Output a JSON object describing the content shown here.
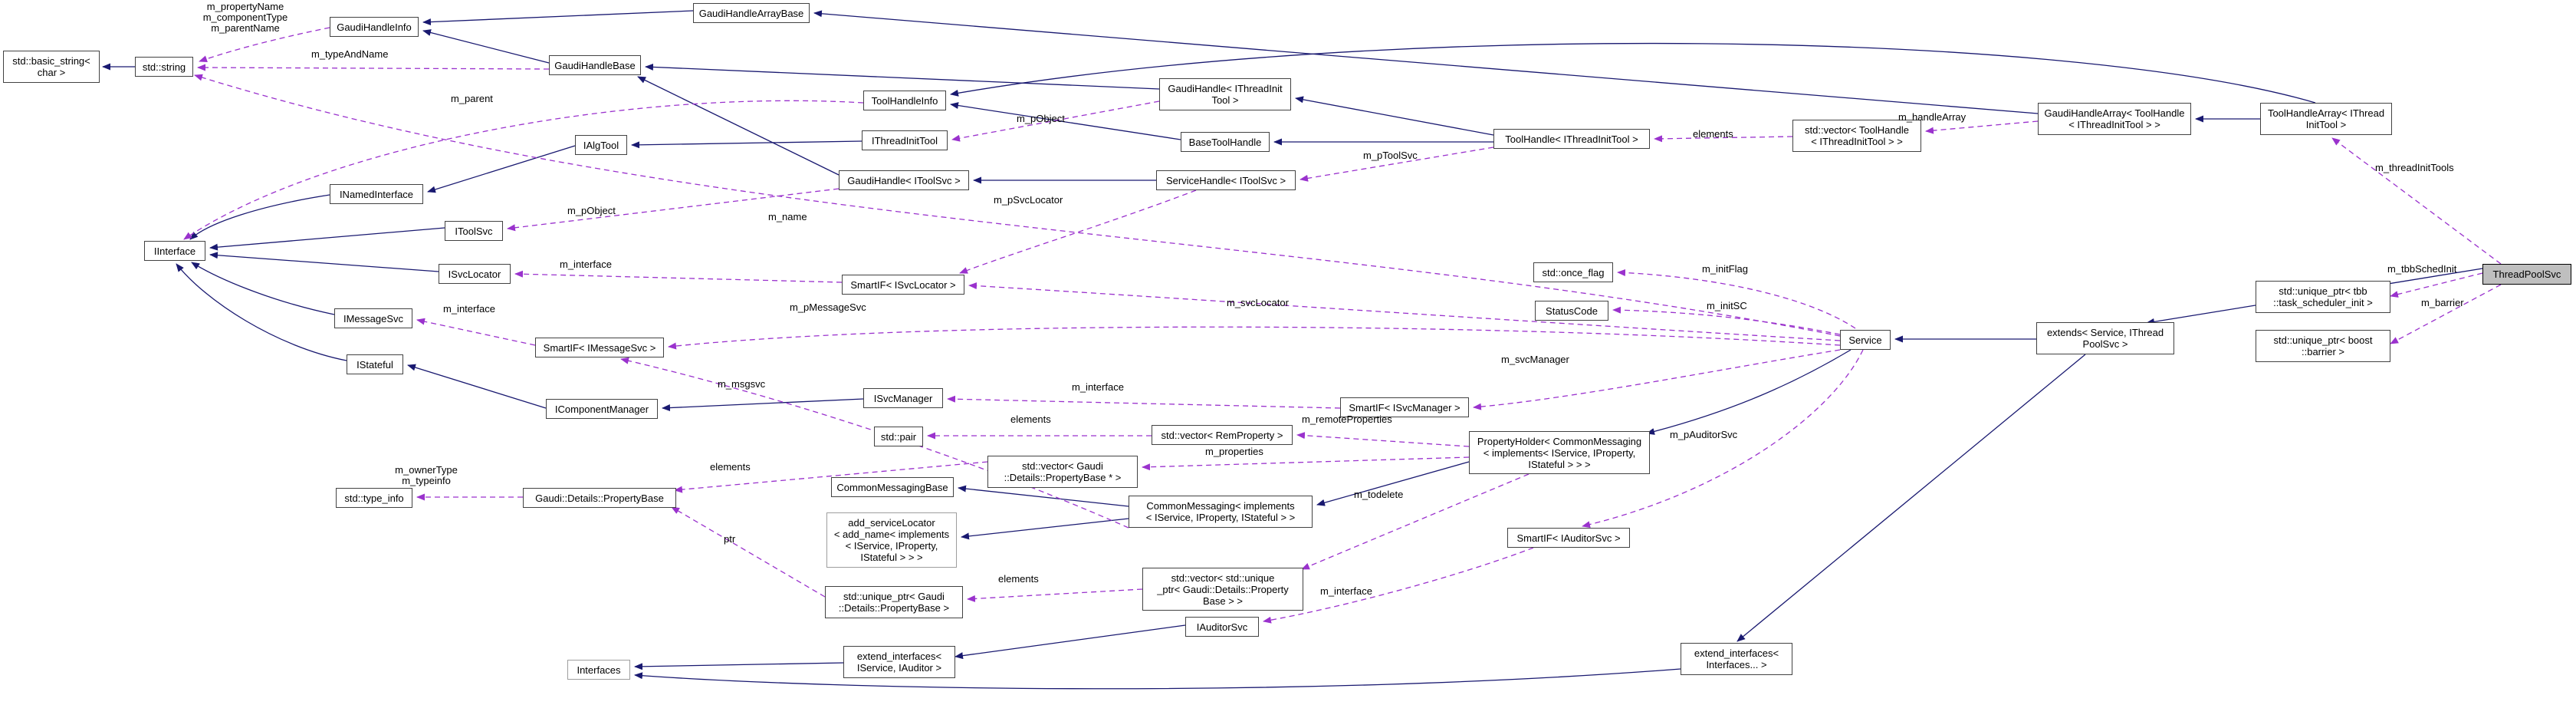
{
  "colors": {
    "inheritance_edge": "#191970",
    "usage_edge": "#9a32cd",
    "node_border": "#424242",
    "muted_node_border": "#9e9e9e",
    "current_node_fill": "#bfbfbf",
    "node_fill": "#ffffff"
  },
  "nodes": {
    "std_basic_string": {
      "label": "std::basic_string<\nchar >"
    },
    "std_string": {
      "label": "std::string"
    },
    "gaudi_handle_info": {
      "label": "GaudiHandleInfo"
    },
    "gaudi_handle_array_base": {
      "label": "GaudiHandleArrayBase"
    },
    "gaudi_handle_base": {
      "label": "GaudiHandleBase"
    },
    "tool_handle_info": {
      "label": "ToolHandleInfo"
    },
    "i_thread_init_tool": {
      "label": "IThreadInitTool"
    },
    "gaudi_handle_itoolsvc": {
      "label": "GaudiHandle< IToolSvc >"
    },
    "gaudi_handle_ithreadinittool": {
      "label": "GaudiHandle< IThreadInit\nTool >"
    },
    "base_tool_handle": {
      "label": "BaseToolHandle"
    },
    "service_handle_itoolsvc": {
      "label": "ServiceHandle< IToolSvc >"
    },
    "tool_handle_ithreadinittool": {
      "label": "ToolHandle< IThreadInitTool >"
    },
    "vector_tool_handle": {
      "label": "std::vector< ToolHandle\n< IThreadInitTool > >"
    },
    "gaudi_handle_array_toolhandle": {
      "label": "GaudiHandleArray< ToolHandle\n< IThreadInitTool > >"
    },
    "tool_handle_array_ithreadinittool": {
      "label": "ToolHandleArray< IThread\nInitTool >"
    },
    "thread_pool_svc": {
      "label": "ThreadPoolSvc"
    },
    "unique_ptr_tbb": {
      "label": "std::unique_ptr< tbb\n::task_scheduler_init >"
    },
    "unique_ptr_boost": {
      "label": "std::unique_ptr< boost\n::barrier >"
    },
    "i_alg_tool": {
      "label": "IAlgTool"
    },
    "i_named_interface": {
      "label": "INamedInterface"
    },
    "i_interface": {
      "label": "IInterface"
    },
    "i_tool_svc": {
      "label": "IToolSvc"
    },
    "i_svc_locator": {
      "label": "ISvcLocator"
    },
    "i_message_svc": {
      "label": "IMessageSvc"
    },
    "i_stateful": {
      "label": "IStateful"
    },
    "smartif_imessagesvc": {
      "label": "SmartIF< IMessageSvc >"
    },
    "i_component_manager": {
      "label": "IComponentManager"
    },
    "smartif_isvclocator": {
      "label": "SmartIF< ISvcLocator >"
    },
    "std_once_flag": {
      "label": "std::once_flag"
    },
    "status_code": {
      "label": "StatusCode"
    },
    "service": {
      "label": "Service"
    },
    "extends_service": {
      "label": "extends< Service, IThread\nPoolSvc >"
    },
    "i_svc_manager": {
      "label": "ISvcManager"
    },
    "smartif_isvcmanager": {
      "label": "SmartIF< ISvcManager >"
    },
    "std_pair": {
      "label": "std::pair"
    },
    "vector_remproperty": {
      "label": "std::vector< RemProperty >"
    },
    "vector_propertybase_ptr": {
      "label": "std::vector< Gaudi\n::Details::PropertyBase * >"
    },
    "property_holder": {
      "label": "PropertyHolder< CommonMessaging\n< implements< IService, IProperty,\nIStateful > > >"
    },
    "common_messaging_base": {
      "label": "CommonMessagingBase"
    },
    "common_messaging": {
      "label": "CommonMessaging< implements\n< IService, IProperty, IStateful > >"
    },
    "add_servicelocator": {
      "label": "add_serviceLocator\n< add_name< implements\n< IService, IProperty,\nIStateful > > >"
    },
    "vector_unique_ptr_propertybase": {
      "label": "std::vector< std::unique\n_ptr< Gaudi::Details::Property\nBase > >"
    },
    "unique_ptr_propertybase": {
      "label": "std::unique_ptr< Gaudi\n::Details::PropertyBase >"
    },
    "std_type_info": {
      "label": "std::type_info"
    },
    "gaudi_property_base": {
      "label": "Gaudi::Details::PropertyBase"
    },
    "smartif_iauditorsvc": {
      "label": "SmartIF< IAuditorSvc >"
    },
    "i_auditor_svc": {
      "label": "IAuditorSvc"
    },
    "extend_interfaces_iservice_iauditor": {
      "label": "extend_interfaces<\nIService, IAuditor >"
    },
    "interfaces": {
      "label": "Interfaces"
    },
    "extend_interfaces_variadic": {
      "label": "extend_interfaces<\nInterfaces... >"
    }
  },
  "edge_labels": {
    "string_members": {
      "text": "m_propertyName\nm_componentType\nm_parentName"
    },
    "m_typeAndName": {
      "text": "m_typeAndName"
    },
    "m_parent": {
      "text": "m_parent"
    },
    "m_pObject_toolsvc": {
      "text": "m_pObject"
    },
    "m_pObject_threadinit": {
      "text": "m_pObject"
    },
    "m_pToolSvc": {
      "text": "m_pToolSvc"
    },
    "elements_toolhandle": {
      "text": "elements"
    },
    "m_handleArray": {
      "text": "m_handleArray"
    },
    "m_threadInitTools": {
      "text": "m_threadInitTools"
    },
    "m_tbbSchedInit": {
      "text": "m_tbbSchedInit"
    },
    "m_barrier": {
      "text": "m_barrier"
    },
    "m_initFlag": {
      "text": "m_initFlag"
    },
    "m_initSC": {
      "text": "m_initSC"
    },
    "m_name": {
      "text": "m_name"
    },
    "m_pSvcLocator": {
      "text": "m_pSvcLocator"
    },
    "m_svcLocator": {
      "text": "m_svcLocator"
    },
    "m_interface_svclocator": {
      "text": "m_interface"
    },
    "m_pMessageSvc": {
      "text": "m_pMessageSvc"
    },
    "m_interface_messagesvc": {
      "text": "m_interface"
    },
    "m_msgsvc": {
      "text": "m_msgsvc"
    },
    "m_svcManager": {
      "text": "m_svcManager"
    },
    "m_interface_svcmanager": {
      "text": "m_interface"
    },
    "elements_pair": {
      "text": "elements"
    },
    "m_remoteProperties": {
      "text": "m_remoteProperties"
    },
    "m_properties": {
      "text": "m_properties"
    },
    "m_pAuditorSvc": {
      "text": "m_pAuditorSvc"
    },
    "m_todelete": {
      "text": "m_todelete"
    },
    "m_ownerType_typeinfo": {
      "text": "m_ownerType\nm_typeinfo"
    },
    "elements_propertybase": {
      "text": "elements"
    },
    "ptr": {
      "text": "ptr"
    },
    "elements_uniqueptr": {
      "text": "elements"
    },
    "m_interface_auditorsvc": {
      "text": "m_interface"
    }
  }
}
